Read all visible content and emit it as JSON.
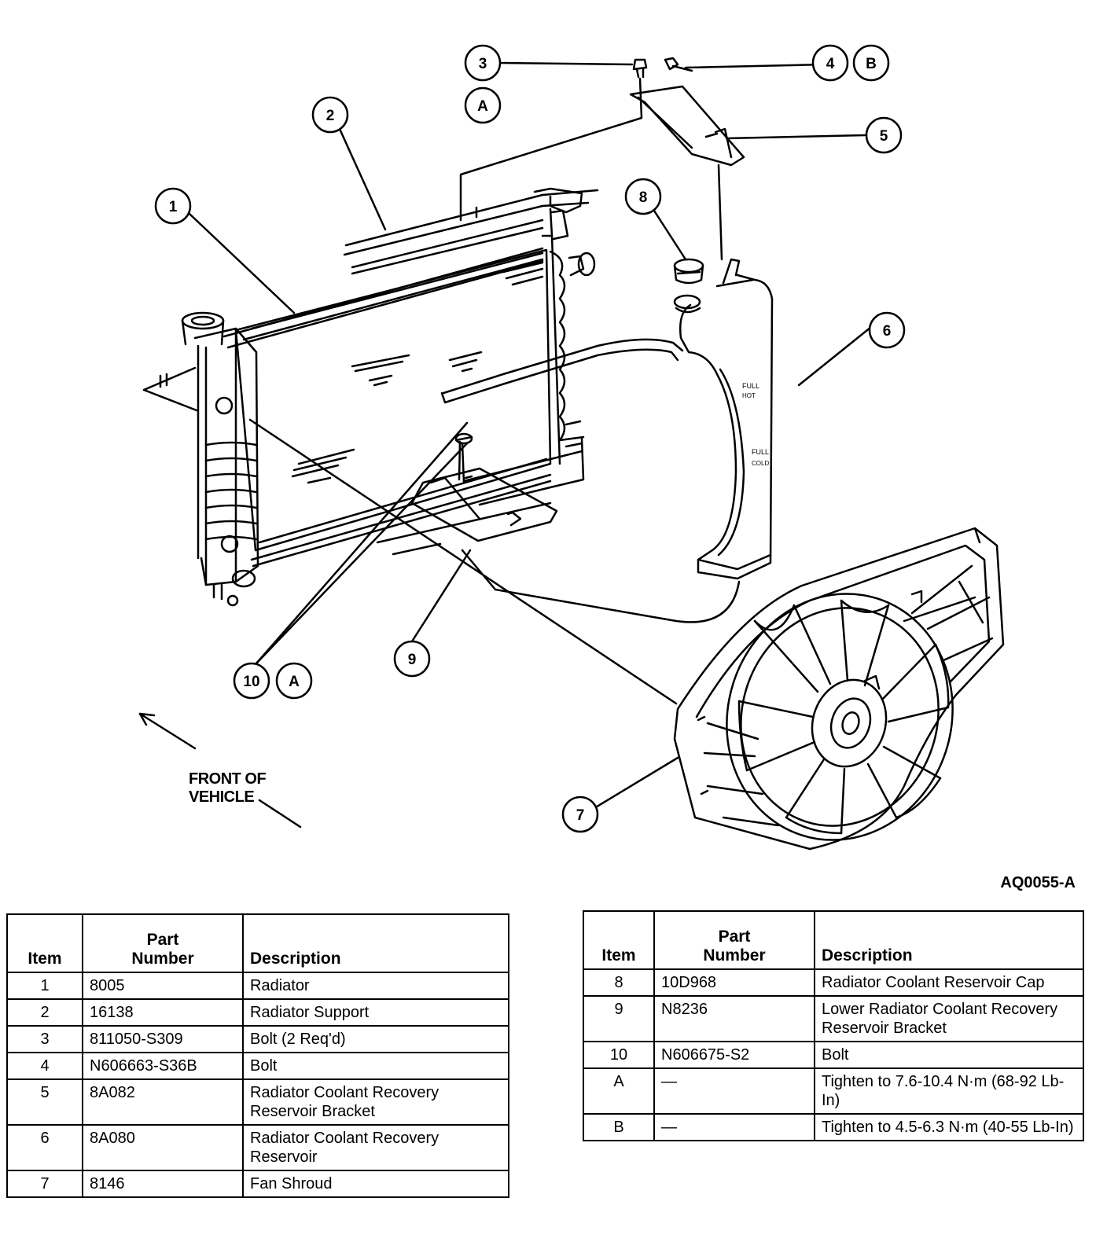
{
  "callouts": {
    "c1": "1",
    "c2": "2",
    "c3": "3",
    "c4": "4",
    "c5": "5",
    "c6": "6",
    "c7": "7",
    "c8": "8",
    "c9": "9",
    "c10": "10",
    "a_top": "A",
    "b_top": "B",
    "a_bottom": "A"
  },
  "front_label": {
    "line1": "FRONT OF",
    "line2": "VEHICLE"
  },
  "figure_id": "AQ0055-A",
  "reservoir_marks": {
    "full_hot": "FULL",
    "hot": "HOT",
    "full_cold": "FULL",
    "cold": "COLD"
  },
  "tables": {
    "headers": {
      "item": "Item",
      "part_line1": "Part",
      "part_line2": "Number",
      "description": "Description"
    },
    "left_rows": [
      {
        "item": "1",
        "part": "8005",
        "desc": "Radiator"
      },
      {
        "item": "2",
        "part": "16138",
        "desc": "Radiator Support"
      },
      {
        "item": "3",
        "part": "811050-S309",
        "desc": "Bolt (2 Req'd)"
      },
      {
        "item": "4",
        "part": "N606663-S36B",
        "desc": "Bolt"
      },
      {
        "item": "5",
        "part": "8A082",
        "desc": "Radiator Coolant Recovery Reservoir Bracket"
      },
      {
        "item": "6",
        "part": "8A080",
        "desc": "Radiator Coolant Recovery Reservoir"
      },
      {
        "item": "7",
        "part": "8146",
        "desc": "Fan Shroud"
      }
    ],
    "right_rows": [
      {
        "item": "8",
        "part": "10D968",
        "desc": "Radiator Coolant Reservoir Cap"
      },
      {
        "item": "9",
        "part": "N8236",
        "desc": "Lower Radiator Coolant Recovery Reservoir Bracket"
      },
      {
        "item": "10",
        "part": "N606675-S2",
        "desc": "Bolt"
      },
      {
        "item": "A",
        "part": "—",
        "desc": "Tighten to 7.6-10.4 N·m (68-92 Lb-In)"
      },
      {
        "item": "B",
        "part": "—",
        "desc": "Tighten to 4.5-6.3 N·m (40-55 Lb-In)"
      }
    ]
  }
}
